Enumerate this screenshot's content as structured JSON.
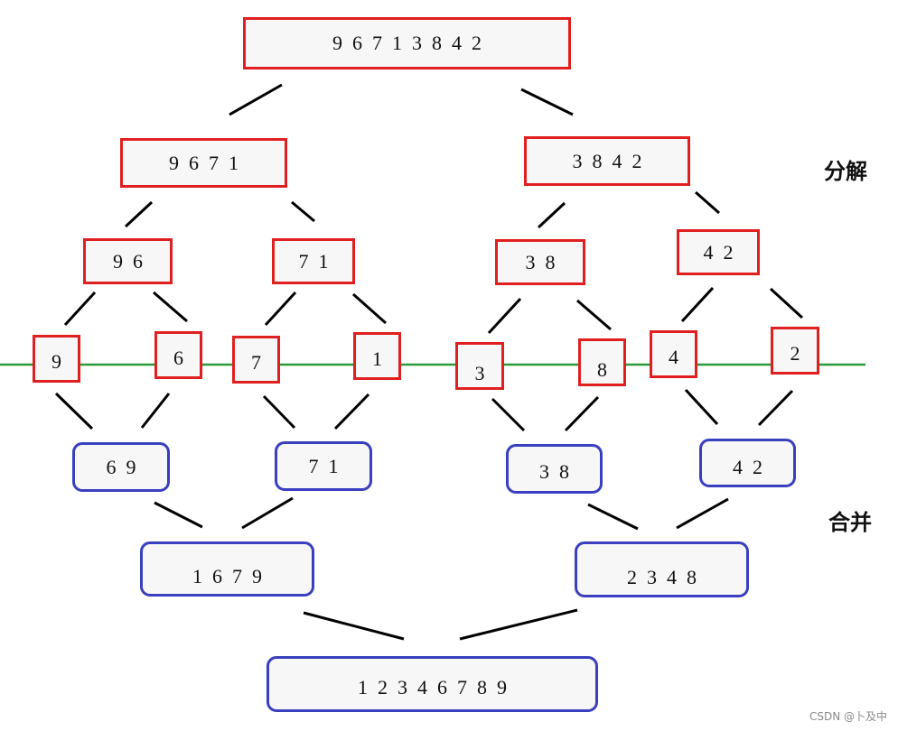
{
  "split_rows": {
    "root": "9  6  7  1  3  8  4  2",
    "l1": [
      "9  6  7  1",
      "3  8  4  2"
    ],
    "l2": [
      "9  6",
      "7  1",
      "3  8",
      "4  2"
    ],
    "leaves": [
      "9",
      "6",
      "7",
      "1",
      "3",
      "8",
      "4",
      "2"
    ]
  },
  "merge_rows": {
    "m1": [
      "6  9",
      "7  1",
      "3  8",
      "4  2"
    ],
    "m2": [
      "1  6  7  9",
      "2  3  4  8"
    ],
    "final": "1  2  3  4  6  7  8  9"
  },
  "labels": {
    "split": "分解",
    "merge": "合并"
  },
  "watermark": "CSDN @卜及中",
  "colors": {
    "split_border": "#e02020",
    "merge_border": "#3a3fbf",
    "divider": "#2a9a3a",
    "connector": "#000000"
  }
}
